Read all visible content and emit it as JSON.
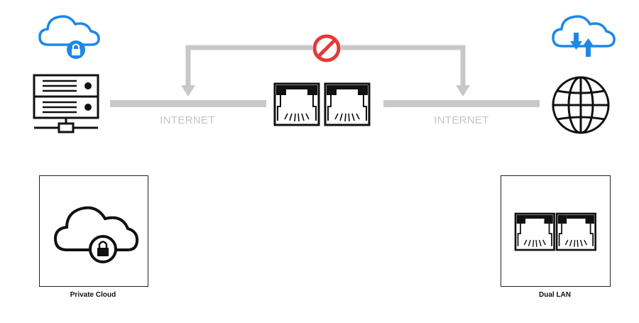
{
  "labels": {
    "internet_left": "INTERNET",
    "internet_right": "INTERNET"
  },
  "panels": {
    "left_caption": "Private Cloud",
    "right_caption": "Dual LAN"
  },
  "colors": {
    "line": "#c8c8c8",
    "accent_blue": "#1e88e5",
    "block_red": "#e53935",
    "stroke": "#111111"
  },
  "icons": {
    "top_left": "cloud-lock-icon",
    "top_right": "cloud-sync-icon",
    "server": "server-icon",
    "globe": "globe-icon",
    "block": "block-icon",
    "ports": "ethernet-port-icon"
  }
}
